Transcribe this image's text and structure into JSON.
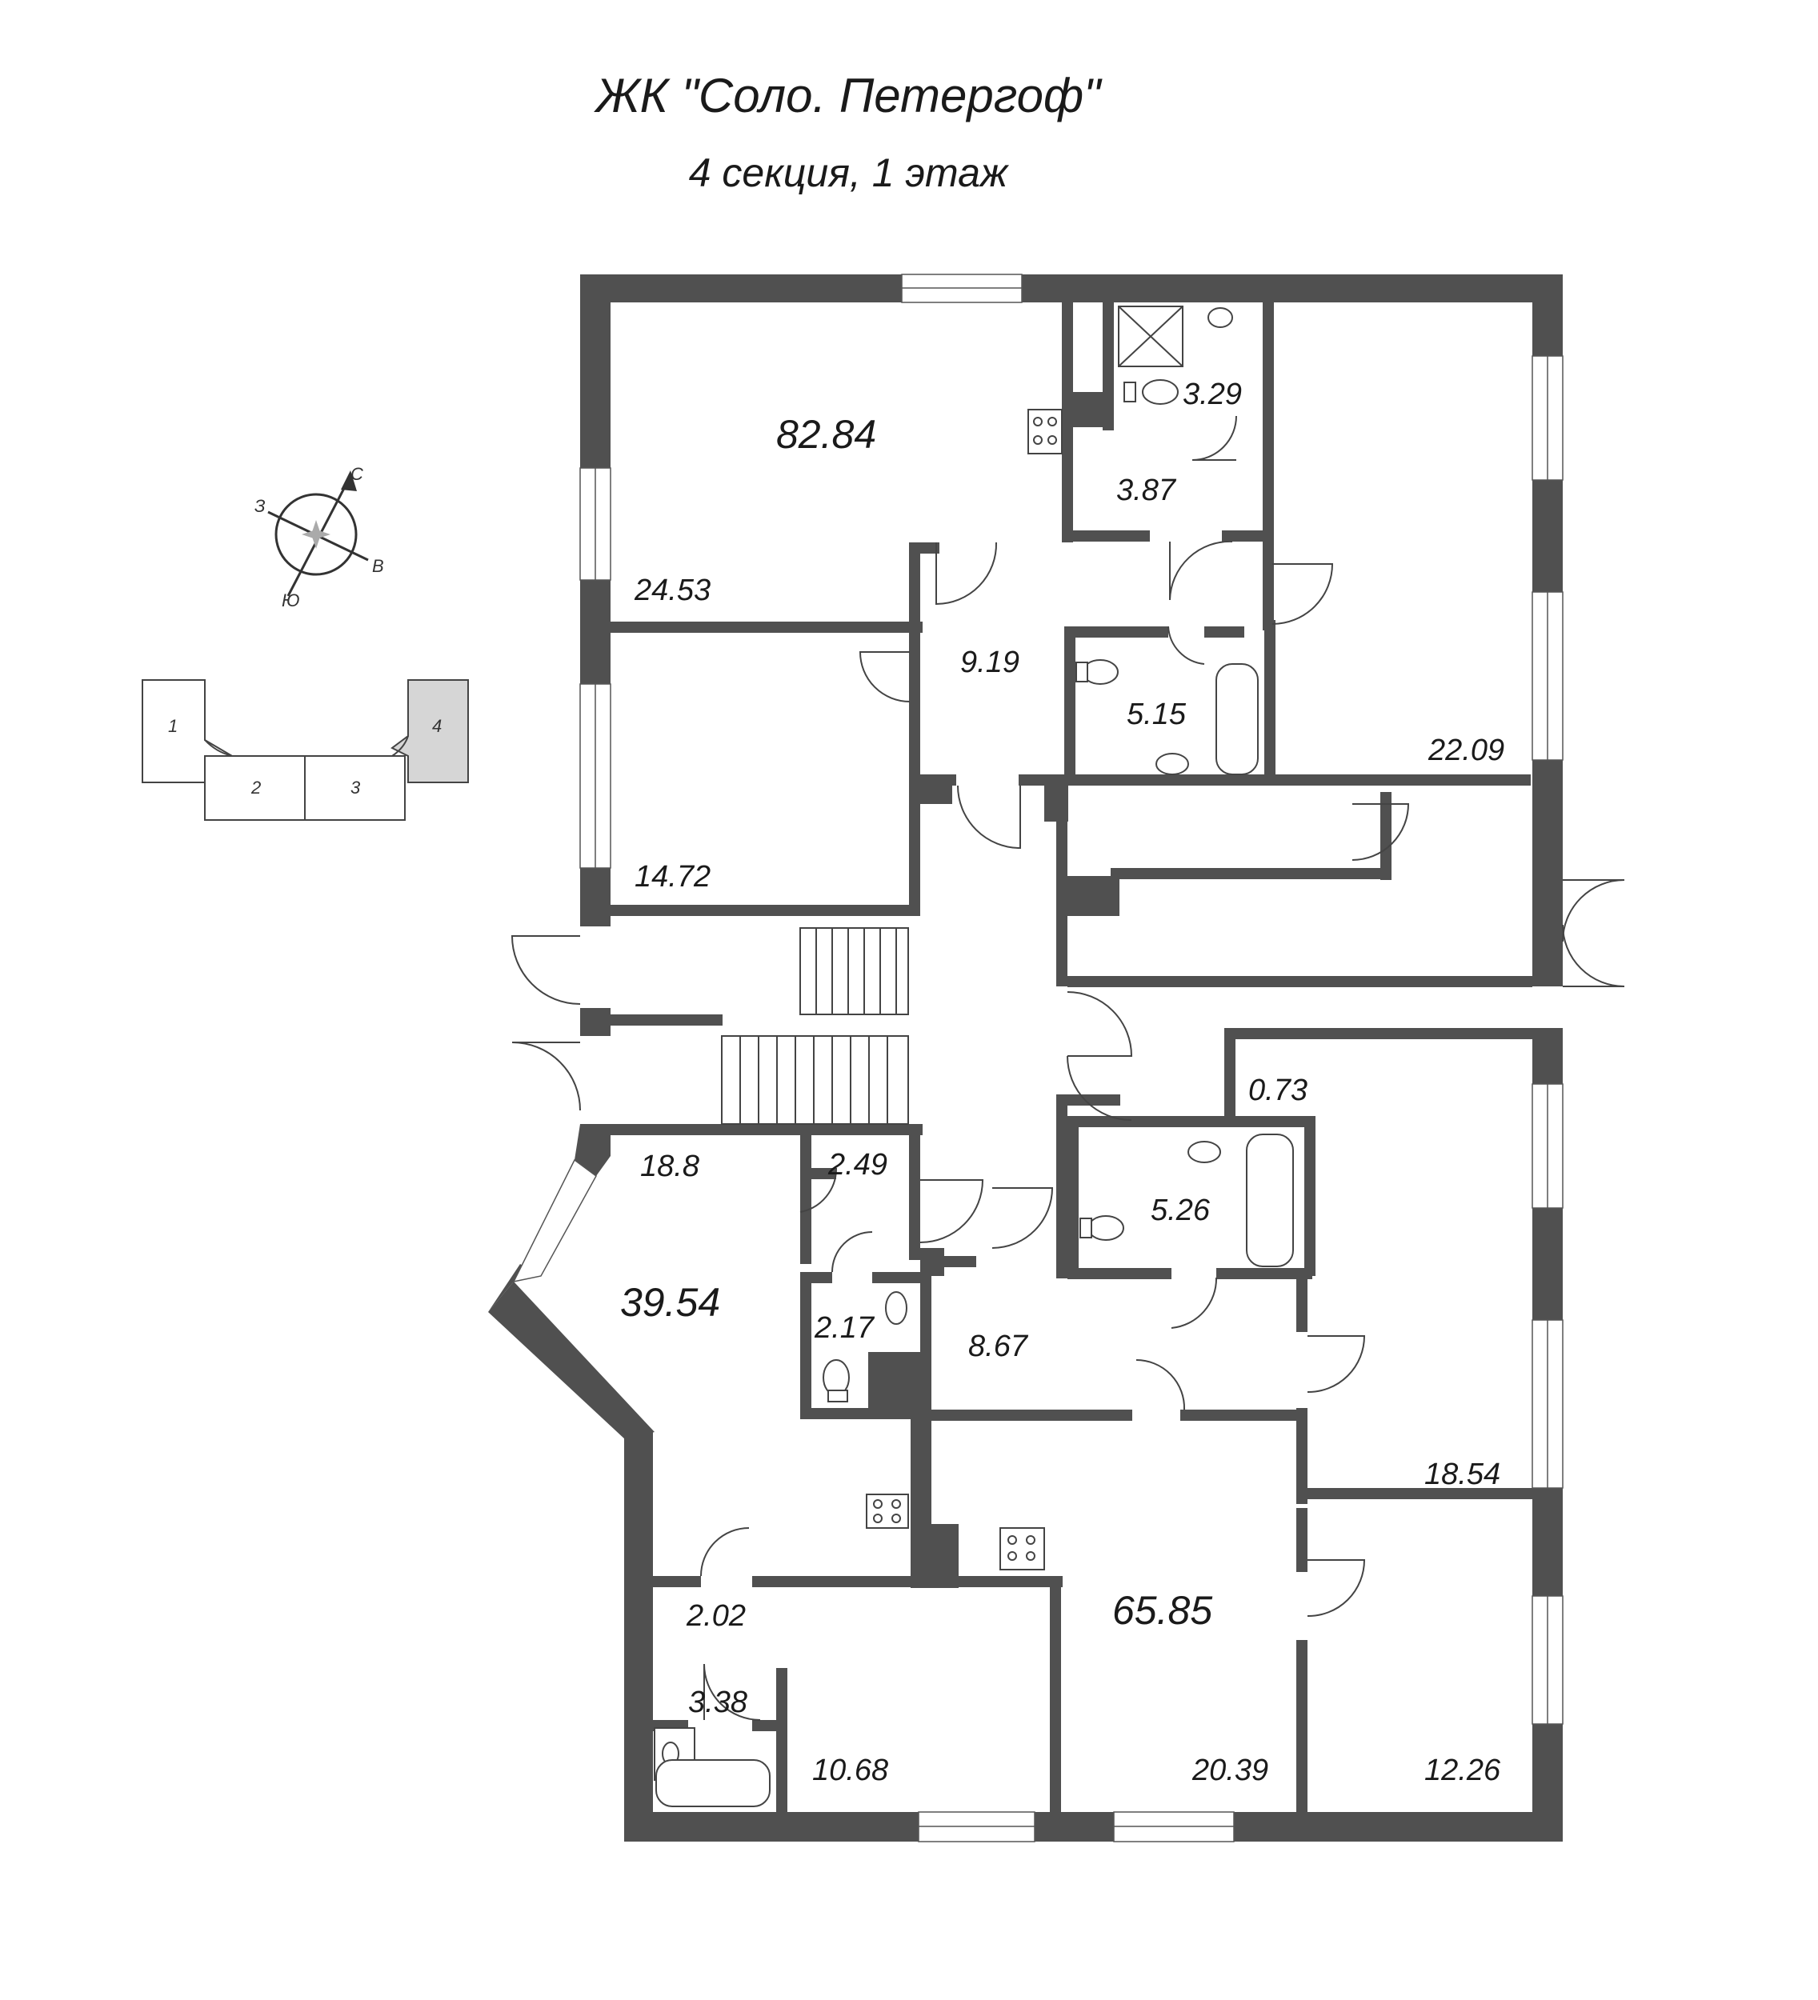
{
  "header": {
    "title": "ЖК \"Соло. Петергоф\"",
    "subtitle": "4 секция, 1 этаж"
  },
  "compass": {
    "n": "С",
    "s": "Ю",
    "w": "З",
    "e": "В"
  },
  "sections": {
    "s1": "1",
    "s2": "2",
    "s3": "3",
    "s4": "4",
    "highlighted": "4"
  },
  "apartments": {
    "apt_a_total": "82.84",
    "apt_b_total": "39.54",
    "apt_c_total": "65.85"
  },
  "rooms": {
    "r_24_53": "24.53",
    "r_3_29": "3.29",
    "r_3_87": "3.87",
    "r_9_19": "9.19",
    "r_5_15": "5.15",
    "r_22_09": "22.09",
    "r_14_72": "14.72",
    "r_0_73": "0.73",
    "r_18_8": "18.8",
    "r_2_49": "2.49",
    "r_5_26": "5.26",
    "r_2_17": "2.17",
    "r_8_67": "8.67",
    "r_18_54": "18.54",
    "r_2_02": "2.02",
    "r_3_38": "3.38",
    "r_10_68": "10.68",
    "r_20_39": "20.39",
    "r_12_26": "12.26"
  },
  "colors": {
    "wall": "#505050",
    "highlight": "#d6d6d6",
    "background": "#ffffff"
  }
}
